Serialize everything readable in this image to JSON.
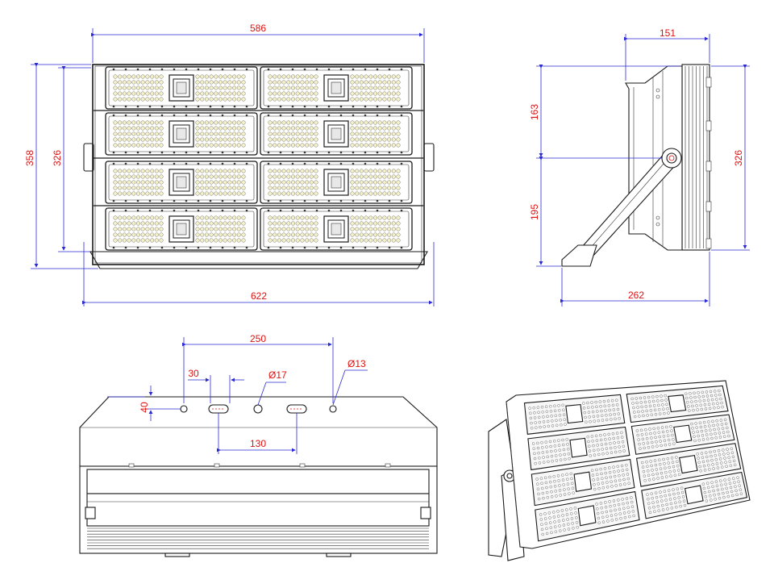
{
  "dimensions": {
    "front_top_width": "586",
    "front_bottom_width": "622",
    "front_height_outer": "358",
    "front_height_inner": "326",
    "side_top_width": "151",
    "side_upper_height": "163",
    "side_lower_height": "195",
    "side_total_height": "326",
    "side_bottom_width": "262",
    "bottom_hole_spacing": "250",
    "bottom_slot_width": "30",
    "bottom_hole_diameter_17": "Ø17",
    "bottom_hole_diameter_13": "Ø13",
    "bottom_offset": "40",
    "bottom_slot_spacing": "130"
  },
  "colors": {
    "dimension_text": "#e01010",
    "dimension_line": "#2a2ad0",
    "outline": "#1a1a1a",
    "led": "#f4f1c8"
  }
}
